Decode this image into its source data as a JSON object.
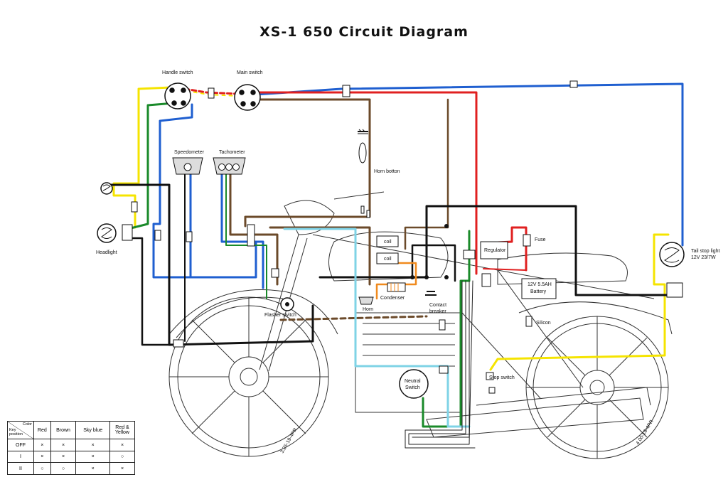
{
  "title": "XS-1 650 Circuit Diagram",
  "labels": {
    "handle_switch": "Handle switch",
    "main_switch": "Main switch",
    "speedometer": "Speedometer",
    "tachometer": "Tachometer",
    "horn_button": "Horn botton",
    "headlight": "Headlight",
    "coil_1": "coil",
    "coil_2": "coil",
    "regulator": "Regulator",
    "fuse": "Fuse",
    "battery_line1": "12V 5.5AH",
    "battery_line2": "Battery",
    "tail_stop_line1": "Tail stop light",
    "tail_stop_line2": "12V 23/7W",
    "condenser": "Condenser",
    "contact_breaker_line1": "Contact",
    "contact_breaker_line2": "breaker",
    "horn": "Horn",
    "flasher_switch": "Flasher switch",
    "silicon": "Silicon",
    "stop_switch": "Stop switch",
    "neutral_switch_line1": "Neutral",
    "neutral_switch_line2": "Switch",
    "front_tire": "3.25-19-4PR",
    "rear_tire": "4.00-18-4PR"
  },
  "key_table": {
    "corner_color": "Color",
    "corner_key": "Key",
    "corner_position": "position",
    "columns": [
      "Red",
      "Brown",
      "Sky blue",
      "Red & Yellow"
    ],
    "rows": [
      {
        "position": "OFF",
        "cells": [
          "×",
          "×",
          "×",
          "×"
        ]
      },
      {
        "position": "I",
        "cells": [
          "×",
          "×",
          "×",
          "○"
        ]
      },
      {
        "position": "II",
        "cells": [
          "○",
          "○",
          "×",
          "×"
        ]
      }
    ]
  },
  "wire_colors": {
    "red": "#e02020",
    "blue": "#1f5fd0",
    "yellow": "#f5e400",
    "green": "#1a8a2a",
    "brown": "#6b4a2a",
    "black": "#111111",
    "sky_blue": "#7fd3e6",
    "orange": "#f08a1e"
  }
}
